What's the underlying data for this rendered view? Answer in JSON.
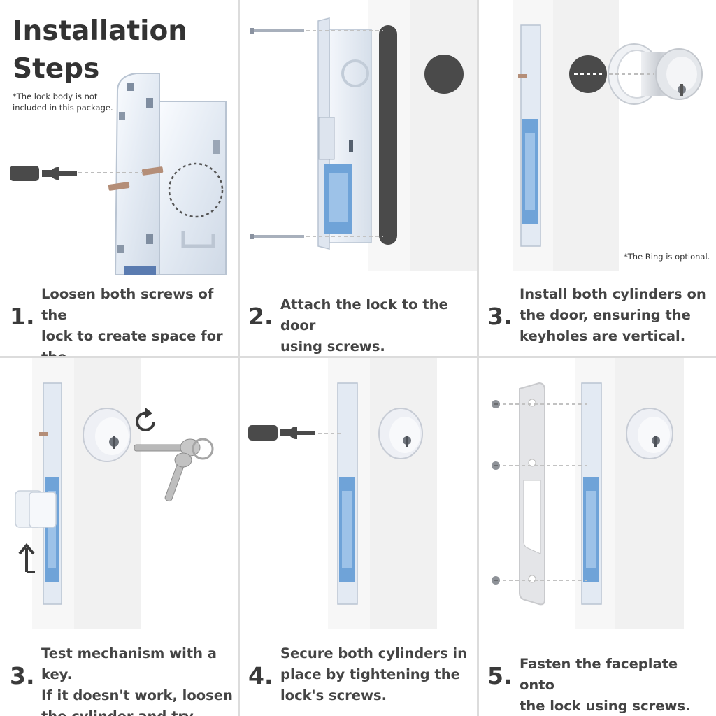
{
  "title": "Installation\nSteps",
  "notes": {
    "lock_body": "*The lock body is not\nincluded in this package.",
    "ring": "*The Ring is optional."
  },
  "steps": [
    {
      "number": "1.",
      "text": "Loosen both screws of the\nlock to create space for the\ncylinders."
    },
    {
      "number": "2.",
      "text": "Attach the lock to the door\nusing screws."
    },
    {
      "number": "3.",
      "text": "Install both cylinders on\nthe door, ensuring the\nkeyholes are vertical."
    },
    {
      "number": "3.",
      "text": "Test mechanism with a key.\nIf it doesn't work, loosen\nthe cylinder and try again."
    },
    {
      "number": "4.",
      "text": "Secure both cylinders in\nplace by tightening the\nlock's screws."
    },
    {
      "number": "5.",
      "text": "Fasten the faceplate onto\nthe lock using screws."
    }
  ],
  "icons": {
    "screwdriver": "screwdriver-icon",
    "rotate": "rotate-arrow-icon",
    "up_arrow": "up-arrow-icon",
    "key": "key-icon"
  },
  "colors": {
    "dark_gray": "#4a4a4a",
    "metal": "#e8eef6",
    "metal_blue": "#6fa3d8",
    "door": "#f1f1f1",
    "divider": "#dcdcdc"
  }
}
